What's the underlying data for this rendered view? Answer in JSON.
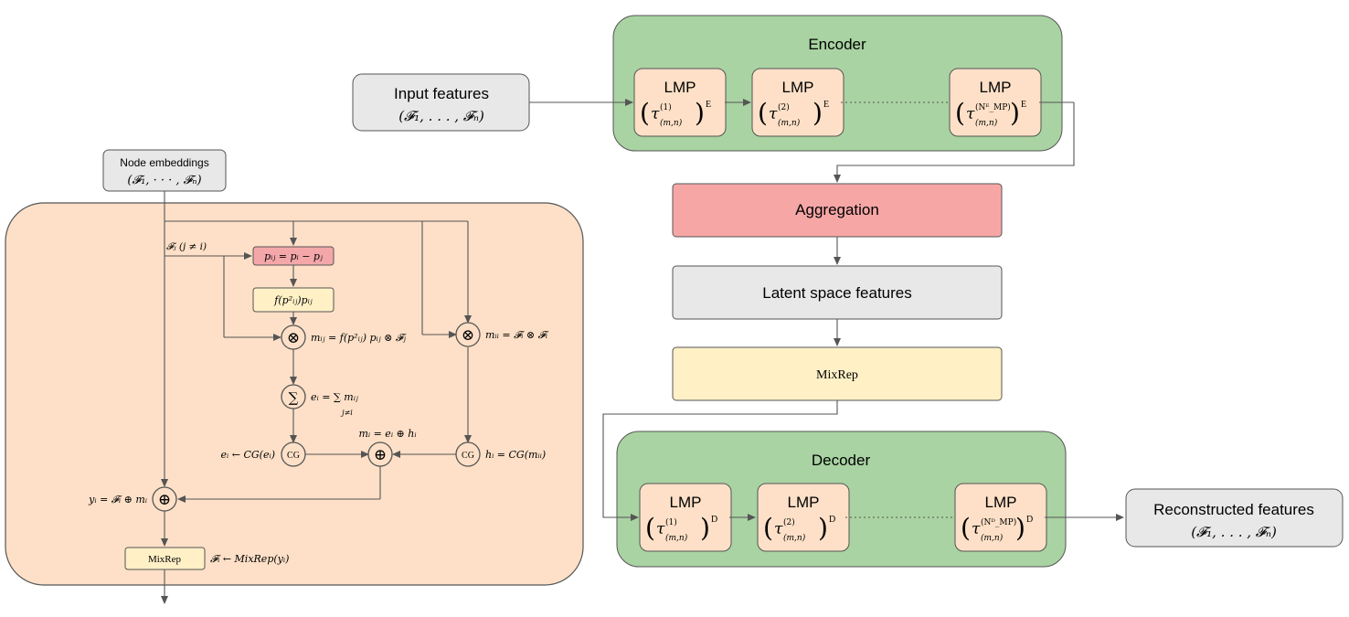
{
  "colors": {
    "encoder_fill": "#a9d3a2",
    "lmp_fill": "#fde0c7",
    "aggregation_fill": "#f7a6a6",
    "latent_fill": "#e8e8e8",
    "mixrep_fill": "#fff0c6",
    "panel_fill": "#fde0c7",
    "pij_fill": "#f4a7a9",
    "stroke": "#555555"
  },
  "main": {
    "input_title": "Input features",
    "input_sub": "(𝓕₁, . . . , 𝓕ₙ)",
    "encoder_title": "Encoder",
    "decoder_title": "Decoder",
    "lmp_label": "LMP",
    "encoder_blocks": [
      {
        "sup": "(1)",
        "sub": "(m,n)",
        "outer": "E"
      },
      {
        "sup": "(2)",
        "sub": "(m,n)",
        "outer": "E"
      },
      {
        "sup": "(Nᴱ_MP)",
        "sub": "(m,n)",
        "outer": "E"
      }
    ],
    "decoder_blocks": [
      {
        "sup": "(1)",
        "sub": "(m,n)",
        "outer": "D"
      },
      {
        "sup": "(2)",
        "sub": "(m,n)",
        "outer": "D"
      },
      {
        "sup": "(Nᴰ_MP)",
        "sub": "(m,n)",
        "outer": "D"
      }
    ],
    "tau": "τ",
    "aggregation": "Aggregation",
    "latent": "Latent space features",
    "mixrep": "MixRep",
    "reconstructed_title": "Reconstructed features",
    "reconstructed_sub": "(𝓕₁, . . . , 𝓕ₙ)"
  },
  "panel": {
    "node_title": "Node embeddings",
    "node_sub": "(𝓕₁, · · · , 𝓕ₙ)",
    "fj_label": "𝓕ⱼ (j ≠ i)",
    "pij_box": "pᵢⱼ = pᵢ − pⱼ",
    "f_box": "f(p²ᵢⱼ)pᵢⱼ",
    "otimes": "⊗",
    "oplus": "⊕",
    "sum": "∑",
    "cg": "CG",
    "mij_eq": "mᵢⱼ = f(p²ᵢⱼ) pᵢⱼ ⊗ 𝓕ⱼ",
    "mii_eq": "mᵢᵢ = 𝓕ᵢ ⊗ 𝓕ᵢ",
    "ei_eq": "eᵢ = ∑ mᵢⱼ",
    "ei_sub": "j≠i",
    "ei_cg": "eᵢ ← CG(eᵢ)",
    "hi_cg": "hᵢ = CG(mᵢᵢ)",
    "mi_eq": "mᵢ = eᵢ ⊕ hᵢ",
    "yi_eq": "yᵢ = 𝓕ᵢ ⊕ mᵢ",
    "mixrep_box": "MixRep",
    "fi_update": "𝓕ᵢ ← MixRep(yᵢ)"
  }
}
